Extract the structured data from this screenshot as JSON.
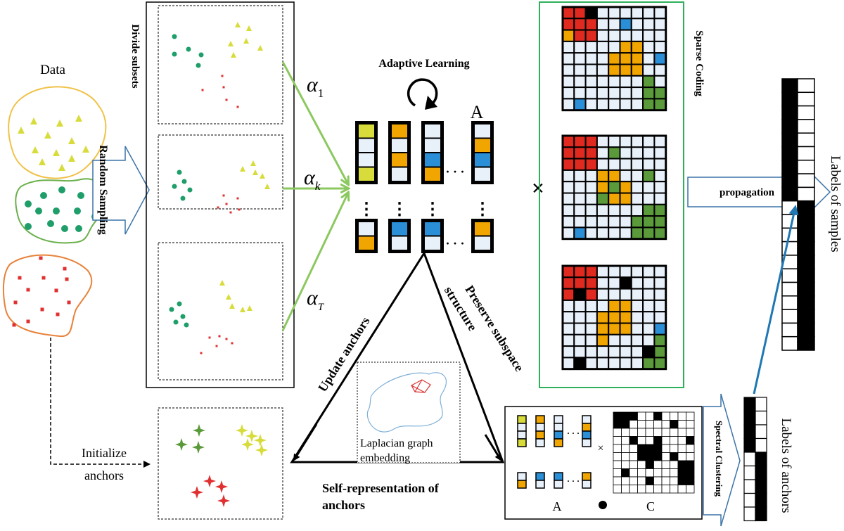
{
  "labels": {
    "data": "Data",
    "random_sampling": "Random Sampling",
    "divide_subsets": "Divide subsets",
    "alpha_1_sym": "α",
    "alpha_1_sub": "1",
    "alpha_k_sym": "α",
    "alpha_k_sub": "k",
    "alpha_t_sym": "α",
    "alpha_t_sub": "T",
    "adaptive_learning": "Adaptive Learning",
    "matrix_a": "A",
    "dots_h": "· · ·",
    "dots_v": "⋮",
    "times": "×",
    "sparse_coding": "Sparse Coding",
    "propagation": "propagation",
    "labels_of_samples": "Labels of samples",
    "labels_of_anchors": "Labels of anchors",
    "spectral_clustering": "Spectral Clustering",
    "preserve_line1": "Preserve subspace",
    "preserve_line2": "structure",
    "update_anchors": "Update anchors",
    "laplacian_line1": "Laplacian graph",
    "laplacian_line2": "embedding",
    "self_rep_line1": "Self-representation of",
    "self_rep_line2": "anchors",
    "initialize_line1": "Initialize",
    "initialize_line2": "anchors",
    "small_a": "A",
    "small_c": "C",
    "small_times": "×"
  },
  "colors": {
    "yellow_cluster": "#d8dc3a",
    "green_cluster": "#1f9e6a",
    "red_cluster": "#e03030",
    "cell_red": "#e02a20",
    "cell_orange": "#f0a500",
    "cell_blue": "#2a8fd6",
    "cell_green": "#5a9a3a",
    "cell_empty": "#e8f1fa",
    "arrow_green": "#8cc860",
    "arrow_blue": "#1f77b4",
    "box_green": "#2fb05c",
    "hollow_arrow": "#3c74a8"
  }
}
